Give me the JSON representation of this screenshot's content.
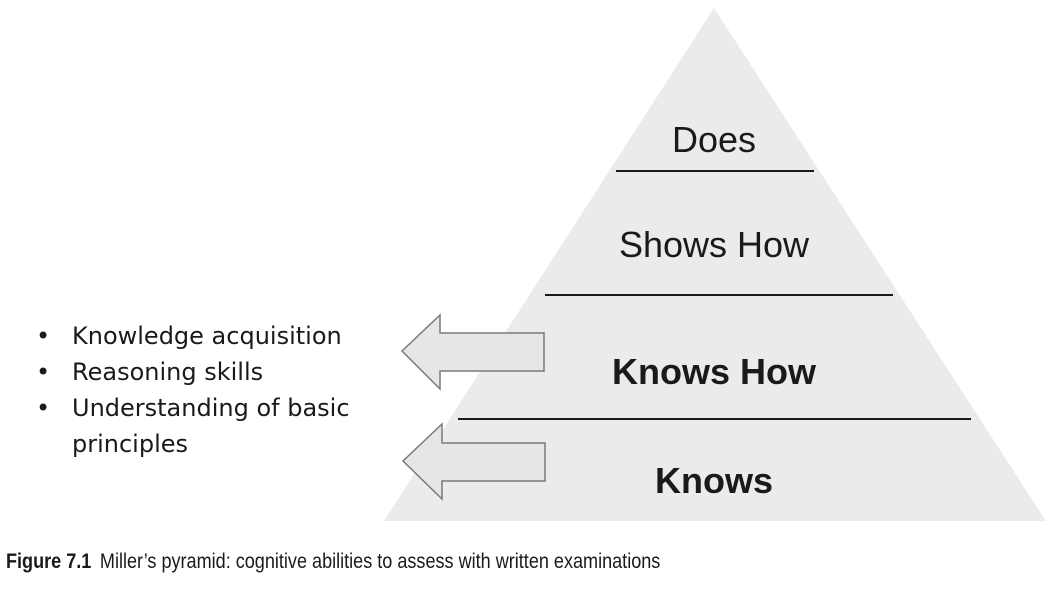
{
  "pyramid": {
    "levels": [
      {
        "label": "Does",
        "weight": "normal"
      },
      {
        "label": "Shows How",
        "weight": "normal"
      },
      {
        "label": "Knows How",
        "weight": "bold"
      },
      {
        "label": "Knows",
        "weight": "bold"
      }
    ],
    "fill_color": "#ebebeb",
    "arrow_color": "#e6e6e6"
  },
  "bullets": [
    "Knowledge acquisition",
    "Reasoning skills",
    "Understanding of basic principles"
  ],
  "caption": {
    "number": "Figure 7.1",
    "text": "Miller’s pyramid: cognitive abilities to assess with written examinations"
  }
}
